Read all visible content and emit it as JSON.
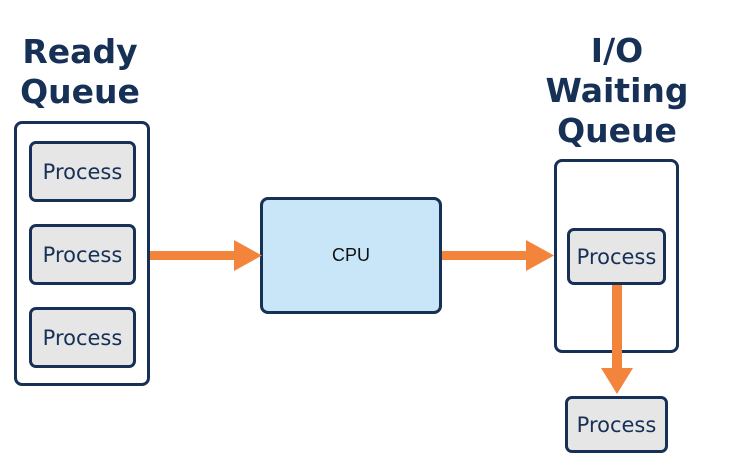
{
  "ready_queue": {
    "title_line1": "Ready",
    "title_line2": "Queue",
    "processes": [
      "Process",
      "Process",
      "Process"
    ]
  },
  "cpu": {
    "label": "CPU"
  },
  "io_queue": {
    "title_line1": "I/O",
    "title_line2": "Waiting",
    "title_line3": "Queue",
    "process": "Process"
  },
  "released_process": "Process",
  "colors": {
    "outline": "#163056",
    "arrow": "#f2843b",
    "process_fill": "#e6e6e6",
    "cpu_fill": "#c8e6f8"
  }
}
